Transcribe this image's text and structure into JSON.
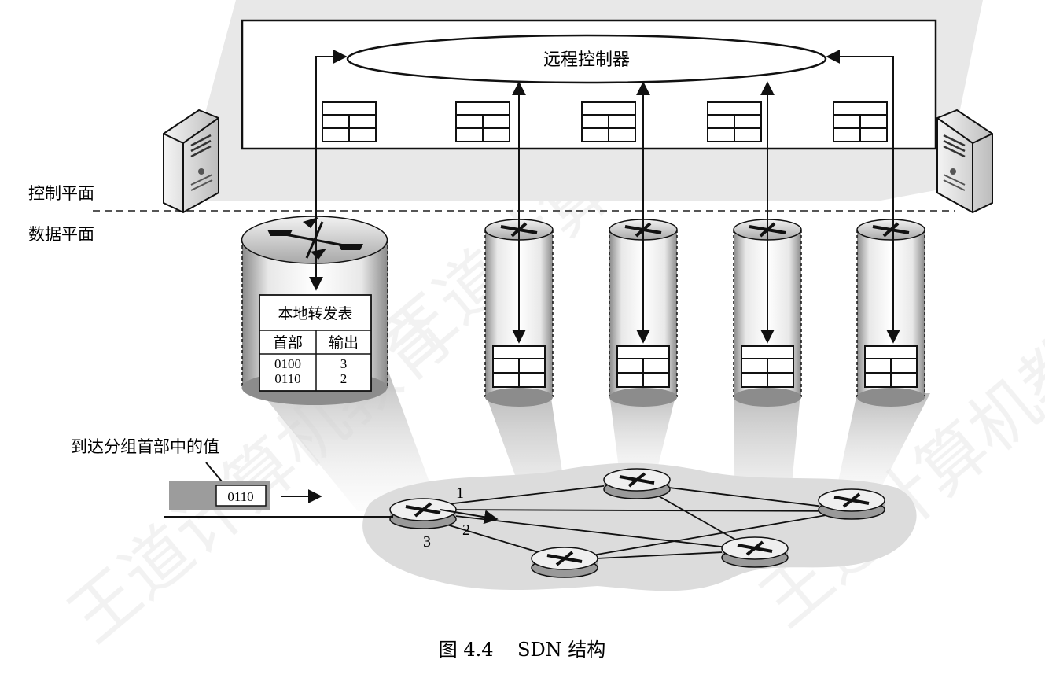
{
  "controller": {
    "label": "远程控制器"
  },
  "planes": {
    "control": "控制平面",
    "data": "数据平面"
  },
  "forwarding_table": {
    "title": "本地转发表",
    "headers": [
      "首部",
      "输出"
    ],
    "rows": [
      [
        "0100",
        "3"
      ],
      [
        "0110",
        "2"
      ]
    ]
  },
  "packet": {
    "label": "到达分组首部中的值",
    "value": "0110"
  },
  "ports": [
    "1",
    "2",
    "3"
  ],
  "caption": "图 4.4    SDN 结构",
  "watermark": "王道计算机教育",
  "colors": {
    "cloud": "#d9d9d9",
    "background_band": "#e6e6e6",
    "line": "#111111"
  }
}
